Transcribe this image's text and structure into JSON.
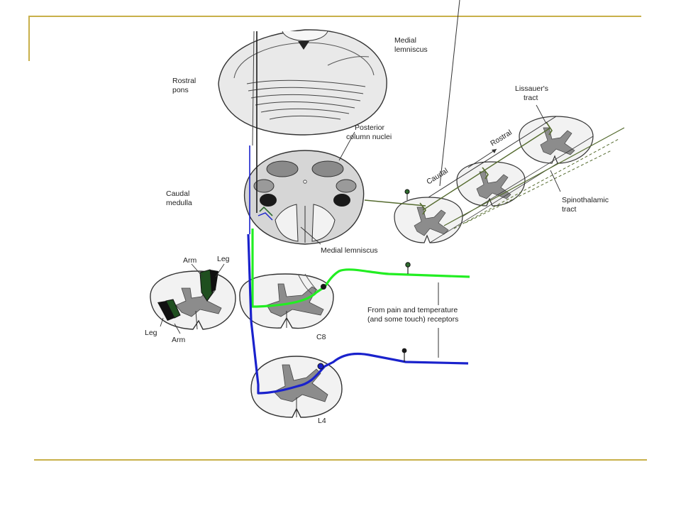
{
  "colors": {
    "frame_line": "#c8b04a",
    "c8_pathway": "#22ee22",
    "l4_pathway": "#1a22cc",
    "gray_matter": "#8c8c8c",
    "white_matter": "#e4e4e4",
    "tract_olive": "#556b2f"
  },
  "labels": {
    "rostral_pons": [
      "Rostral",
      "pons"
    ],
    "medial_lemniscus_top": [
      "Medial",
      "lemniscus"
    ],
    "posterior_column_nuclei": [
      "Posterior",
      "column nuclei"
    ],
    "caudal_medulla": [
      "Caudal",
      "medulla"
    ],
    "medial_lemniscus_bottom": "Medial lemniscus",
    "lissauers_tract": [
      "Lissauer's",
      "tract"
    ],
    "rostral": "Rostral",
    "caudal": "Caudal",
    "spinothalamic_tract": [
      "Spinothalamic",
      "tract"
    ],
    "arm_top": "Arm",
    "leg_top": "Leg",
    "leg_bottom": "Leg",
    "arm_bottom": "Arm",
    "c8": "C8",
    "l4": "L4",
    "receptors": [
      "From pain and temperature",
      "(and some touch) receptors"
    ]
  }
}
